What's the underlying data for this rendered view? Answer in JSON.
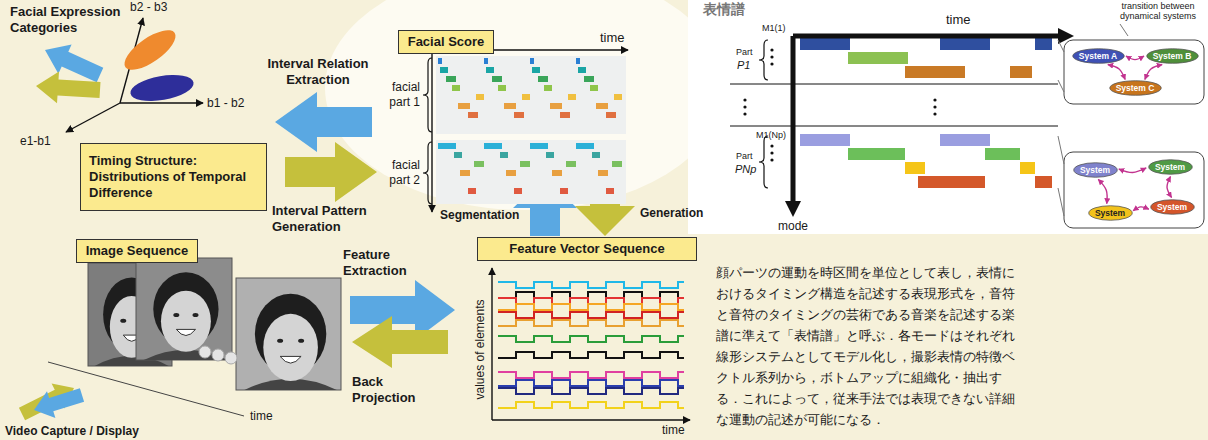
{
  "diagram": {
    "nodes": [
      {
        "text": [
          "Facial Score"
        ]
      },
      {
        "text": [
          "Timing Structure: Distributions of Temporal Difference"
        ]
      },
      {
        "text": [
          "Image Sequence"
        ]
      },
      {
        "text": [
          "Feature Vector Sequence"
        ]
      },
      {
        "text": [
          "System A"
        ]
      },
      {
        "text": [
          "System B"
        ]
      },
      {
        "text": [
          "System C"
        ]
      },
      {
        "text": [
          "System"
        ]
      },
      {
        "text": [
          "System"
        ]
      },
      {
        "text": [
          "System"
        ]
      },
      {
        "text": [
          "System"
        ]
      }
    ],
    "edges": [
      {
        "from": 4,
        "to": 5,
        "arrow": "both"
      },
      {
        "from": 5,
        "to": 6,
        "arrow": "both"
      },
      {
        "from": 6,
        "to": 4,
        "arrow": "both"
      },
      {
        "from": 7,
        "to": 8,
        "arrow": "both"
      },
      {
        "from": 8,
        "to": 9,
        "arrow": "both"
      },
      {
        "from": 9,
        "to": 10,
        "arrow": "both"
      },
      {
        "from": 10,
        "to": 7,
        "arrow": "both"
      }
    ],
    "labels": [
      "Facial Expression Categories",
      "b2 - b3",
      "b1 - b2",
      "e1-b1",
      "Interval Relation Extraction",
      "Interval Pattern Generation",
      "time",
      "facial part 1",
      "facial part 2",
      "Segmentation",
      "Generation",
      "Feature Extraction",
      "Back Projection",
      "values of elements",
      "time",
      "time",
      "Video Capture / Display",
      "表情譜",
      "time",
      "transition between dynamical systems",
      "Part",
      "P1",
      "M1(1)",
      "Part",
      "PNp",
      "M1(Np)",
      "mode",
      "顔パーツの運動を時区間を単位として表し，表情におけるタイミング構造を記述する表現形式を，音符と音符のタイミングの芸術である音楽を記述する楽譜に準えて「表情譜」と呼ぶ．各モードはそれぞれ線形システムとしてモデル化し，撮影表情の特徴ベクトル系列から，ボトムアップに組織化・抽出する．これによって，従来手法では表現できない詳細な運動の記述が可能になる．"
    ]
  }
}
